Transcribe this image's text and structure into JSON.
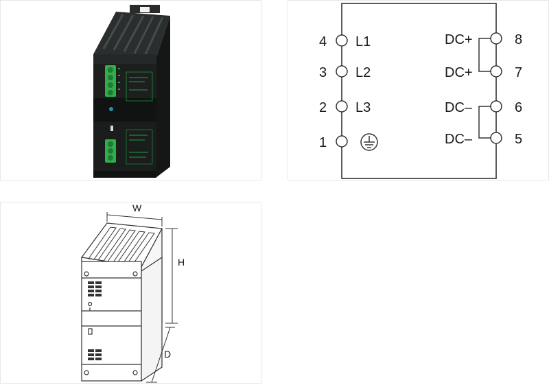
{
  "wiring": {
    "left_terminals": [
      {
        "number": "4",
        "label": "L1"
      },
      {
        "number": "3",
        "label": "L2"
      },
      {
        "number": "2",
        "label": "L3"
      },
      {
        "number": "1",
        "label": "",
        "icon": "ground-icon"
      }
    ],
    "right_terminals": [
      {
        "number": "8",
        "label": "DC+"
      },
      {
        "number": "7",
        "label": "DC+"
      },
      {
        "number": "6",
        "label": "DC–"
      },
      {
        "number": "5",
        "label": "DC–"
      }
    ]
  },
  "dimensions": {
    "width_label": "W",
    "height_label": "H",
    "depth_label": "D"
  },
  "colors": {
    "terminal_green": "#2fae4a",
    "housing_dark": "#1d1f1f",
    "label_green": "#1fc24a",
    "line": "#333333"
  }
}
